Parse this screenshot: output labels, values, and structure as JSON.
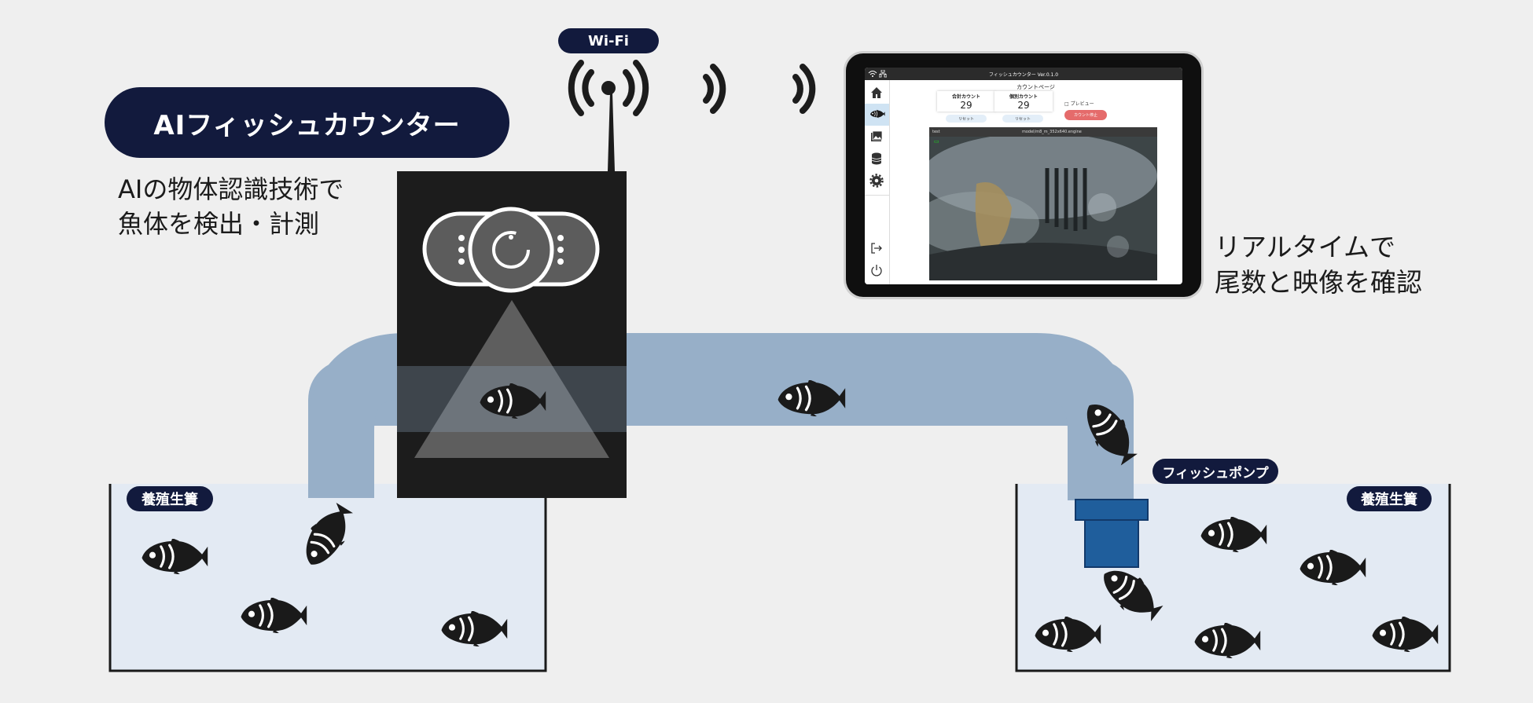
{
  "title": "AIフィッシュカウンター",
  "description_left": [
    "AIの物体認識技術で",
    "魚体を検出・計測"
  ],
  "description_right": [
    "リアルタイムで",
    "尾数と映像を確認"
  ],
  "wifi_label": "Wi-Fi",
  "pen_label_left": "養殖生簀",
  "pen_label_right": "養殖生簀",
  "pump_label": "フィッシュポンプ",
  "tablet": {
    "app_title": "フィッシュカウンター Ver.0.1.0",
    "page_title": "カウントページ",
    "total_count_label": "合計カウント",
    "total_count_value": "29",
    "individual_count_label": "個別カウント",
    "individual_count_value": "29",
    "reset_label_1": "リセット",
    "reset_label_2": "リセット",
    "preview_label": "□ プレビュー",
    "stop_button_label": "カウント停止",
    "video_source_left": "test",
    "video_source_right": "model/m8_m_352x640.engine"
  },
  "colors": {
    "navy": "#121a3d",
    "pipe": "#97afc8",
    "water": "#e3eaf3",
    "device": "#1c1c1c",
    "pump": "#1f5e9c"
  },
  "icons": [
    "fish-icon",
    "wifi-antenna-icon",
    "signal-wave-icon",
    "camera-lens-icon",
    "home-icon",
    "gallery-icon",
    "database-icon",
    "gear-icon",
    "logout-icon",
    "power-icon"
  ]
}
